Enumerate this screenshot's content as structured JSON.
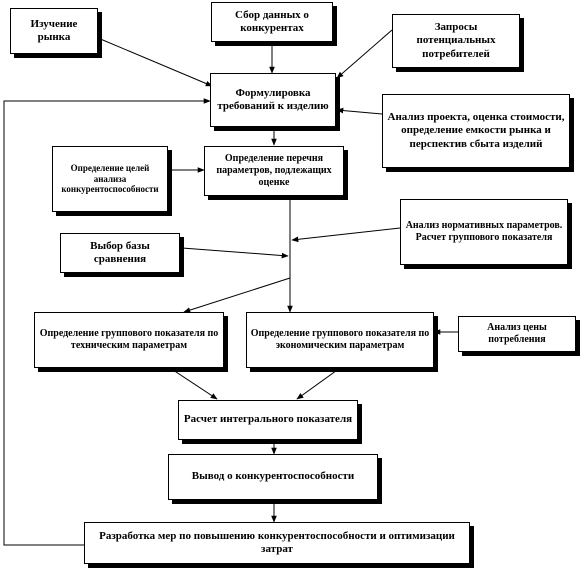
{
  "diagram": {
    "nodes": {
      "market_study": "Изучение рынка",
      "competitor_data": "Сбор данных о конкурентах",
      "consumer_requests": "Запросы потенциальных потребителей",
      "requirements": "Формулировка требований к изделию",
      "project_analysis": "Анализ проекта, оценка стоимости, определение емкости рынка и перспектив сбыта изделий",
      "analysis_goals": "Определение целей анализа конкурентоспособности",
      "parameters_list": "Определение перечня параметров, подлежащих оценке",
      "normative_analysis": "Анализ нормативных параметров. Расчет группового показателя",
      "base_choice": "Выбор базы сравнения",
      "tech_group_index": "Определение группового показателя по техническим параметрам",
      "econ_group_index": "Определение группового показателя по экономическим параметрам",
      "price_analysis": "Анализ цены потребления",
      "integral_index": "Расчет интегрального показателя",
      "conclusion": "Вывод о конкурентоспособности",
      "measures": "Разработка мер по повышению конкурентоспособности и оптимизации затрат"
    }
  }
}
